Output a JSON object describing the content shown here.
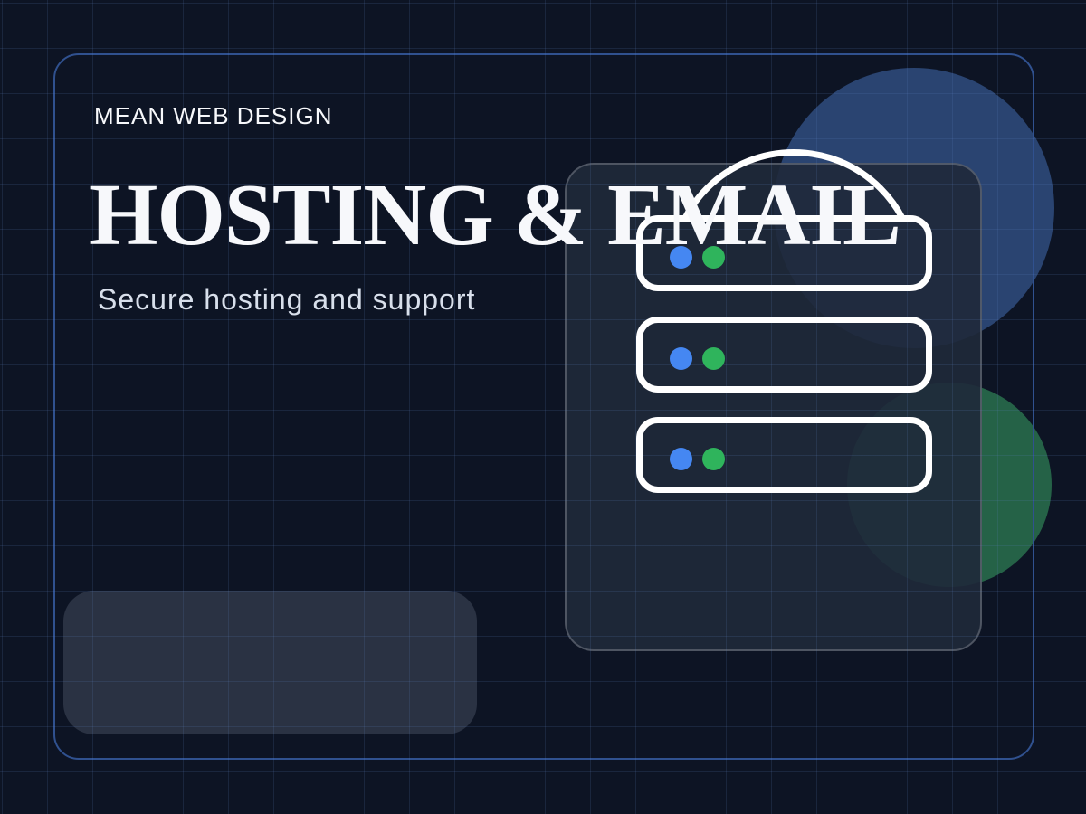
{
  "brand": {
    "label": "MEAN WEB DESIGN"
  },
  "hero": {
    "title": "HOSTING & EMAIL",
    "subtitle": "Secure hosting and support"
  },
  "illustration": {
    "type": "server-rack",
    "servers": [
      {
        "name": "server-1",
        "dots": [
          "dot_blue",
          "dot_green"
        ]
      },
      {
        "name": "server-2",
        "dots": [
          "dot_blue",
          "dot_green"
        ]
      },
      {
        "name": "server-3",
        "dots": [
          "dot_blue",
          "dot_green"
        ]
      }
    ]
  },
  "colors": {
    "background": "#0d1424",
    "grid_line": "rgba(96,130,195,0.16)",
    "frame_border": "#30518f",
    "panel_fill": "rgba(31,41,58,0.9)",
    "panel_border": "rgba(255,255,255,0.22)",
    "card_fill": "rgba(198,210,232,0.16)",
    "circle_blue": "#2a4471",
    "circle_green": "#256247",
    "dot_blue": "#4587f2",
    "dot_green": "#2fb45c",
    "stroke_white": "#ffffff",
    "text_primary": "#f7f8fb",
    "text_secondary": "#d8dfeb"
  }
}
